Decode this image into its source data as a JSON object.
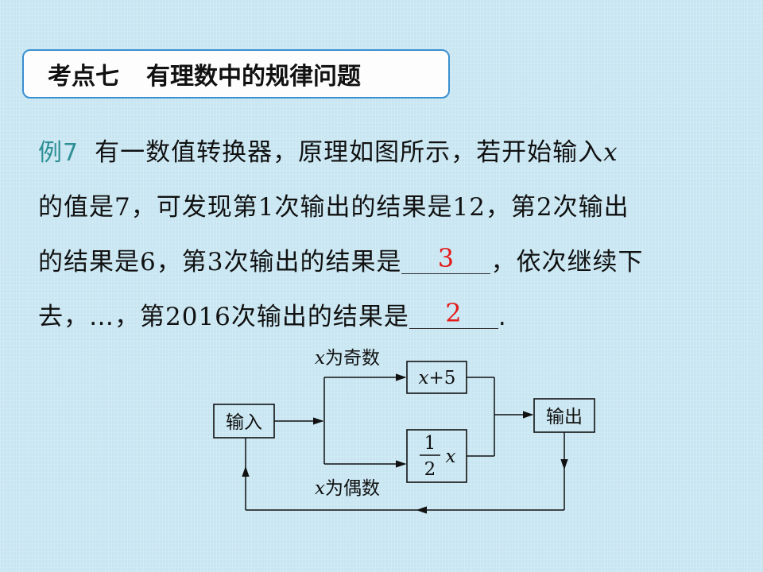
{
  "header": {
    "kaodian": "考点七",
    "title": "有理数中的规律问题"
  },
  "problem": {
    "label": "例7",
    "t1": "有一数值转换器，原理如图所示，若开始输入",
    "var_x": "x",
    "t2": "的值是",
    "n7": "7",
    "t3": "，可发现第",
    "n1": "1",
    "t4": "次输出的结果是",
    "n12": "12",
    "t5": "，第",
    "n2": "2",
    "t6": "次输出",
    "t7": "的结果是",
    "n6": "6",
    "t8": "，第",
    "n3": "3",
    "t9": "次输出的结果是",
    "answer1": "3",
    "t10": "，依次继续下",
    "t11": "去，…，第",
    "n2016": "2016",
    "t12": "次输出的结果是",
    "answer2": "2",
    "t13": "."
  },
  "diagram": {
    "input_box": "输入",
    "output_box": "输出",
    "odd_var": "x",
    "odd_label": "为奇数",
    "even_var": "x",
    "even_label": "为偶数",
    "top_box_var": "x",
    "top_box_rest": "+5",
    "frac_num": "1",
    "frac_den": "2",
    "frac_var": "x"
  }
}
